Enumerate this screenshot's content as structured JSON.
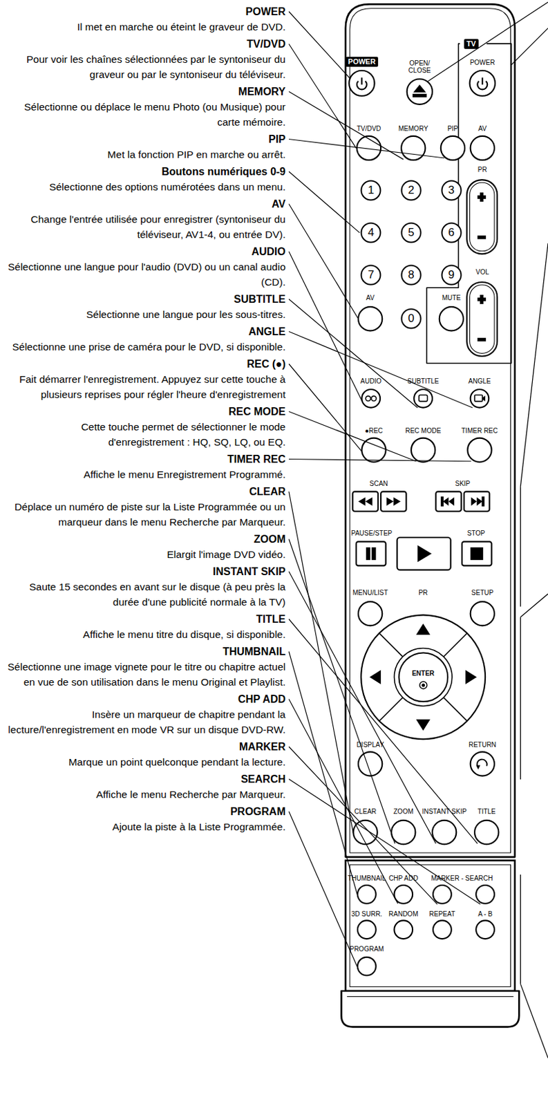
{
  "diagram": {
    "nodes": [
      {
        "text": [
          "POWER"
        ]
      },
      {
        "text": [
          "TV"
        ]
      },
      {
        "text": [
          "1"
        ]
      },
      {
        "text": [
          "2"
        ]
      },
      {
        "text": [
          "3"
        ]
      },
      {
        "text": [
          "4"
        ]
      },
      {
        "text": [
          "5"
        ]
      },
      {
        "text": [
          "6"
        ]
      },
      {
        "text": [
          "7"
        ]
      },
      {
        "text": [
          "8"
        ]
      },
      {
        "text": [
          "9"
        ]
      },
      {
        "text": [
          "0"
        ]
      },
      {
        "text": [
          "ENTER"
        ]
      }
    ],
    "labels": [
      "POWER",
      "Il met en marche ou éteint le graveur de DVD.",
      "TV/DVD",
      "Pour voir les chaînes sélectionnées par le syntoniseur du graveur ou par le syntoniseur du téléviseur.",
      "MEMORY",
      "Sélectionne ou déplace le menu Photo (ou Musique) pour carte mémoire.",
      "PIP",
      "Met la fonction PIP en marche ou arrêt.",
      "Boutons numériques 0-9",
      "Sélectionne des options numérotées dans un menu.",
      "AV",
      "Change l'entrée utilisée pour enregistrer (syntoniseur du téléviseur, AV1-4, ou entrée DV).",
      "AUDIO",
      "Sélectionne une langue pour l'audio (DVD) ou un canal audio (CD).",
      "SUBTITLE",
      "Sélectionne une langue pour les sous-titres.",
      "ANGLE",
      "Sélectionne une prise de caméra pour le DVD, si disponible.",
      "REC (●)",
      "Fait démarrer l'enregistrement. Appuyez sur cette touche à plusieurs reprises pour régler l'heure d'enregistrement",
      "REC MODE",
      "Cette touche permet de sélectionner le mode d'enregistrement : HQ, SQ, LQ, ou EQ.",
      "TIMER REC",
      "Affiche le menu Enregistrement Programmé.",
      "CLEAR",
      "Déplace un numéro de piste sur la Liste Programmée ou un marqueur dans le menu Recherche par Marqueur.",
      "ZOOM",
      "Elargit l'image DVD vidéo.",
      "INSTANT SKIP",
      "Saute 15 secondes en avant sur le disque (à peu près la durée d'une publicité normale à la TV)",
      "TITLE",
      "Affiche le menu titre du disque, si disponible.",
      "THUMBNAIL",
      "Sélectionne une image vignete pour le titre ou chapitre actuel en vue de son utilisation dans le menu Original et Playlist.",
      "CHP ADD",
      "Insère un marqueur de chapitre pendant la lecture/l'enregistrement en mode VR sur un disque DVD-RW.",
      "MARKER",
      "Marque un point quelconque pendant la lecture.",
      "SEARCH",
      "Affiche le menu Recherche par Marqueur.",
      "PROGRAM",
      "Ajoute la piste à la Liste Programmée.",
      "OPEN/ CLOSE",
      "POWER",
      "TV/DVD",
      "MEMORY",
      "PIP",
      "AV",
      "PR",
      "VOL",
      "AV",
      "MUTE",
      "AUDIO",
      "SUBTITLE",
      "ANGLE",
      "●REC",
      "REC MODE",
      "TIMER REC",
      "SCAN",
      "SKIP",
      "PAUSE/STEP",
      "STOP",
      "MENU/LIST",
      "PR",
      "SETUP",
      "DISPLAY",
      "RETURN",
      "CLEAR",
      "ZOOM",
      "INSTANT SKIP",
      "TITLE",
      "THUMBNAIL",
      "CHP ADD",
      "MARKER - SEARCH",
      "3D SURR.",
      "RANDOM",
      "REPEAT",
      "A - B",
      "PROGRAM"
    ]
  }
}
